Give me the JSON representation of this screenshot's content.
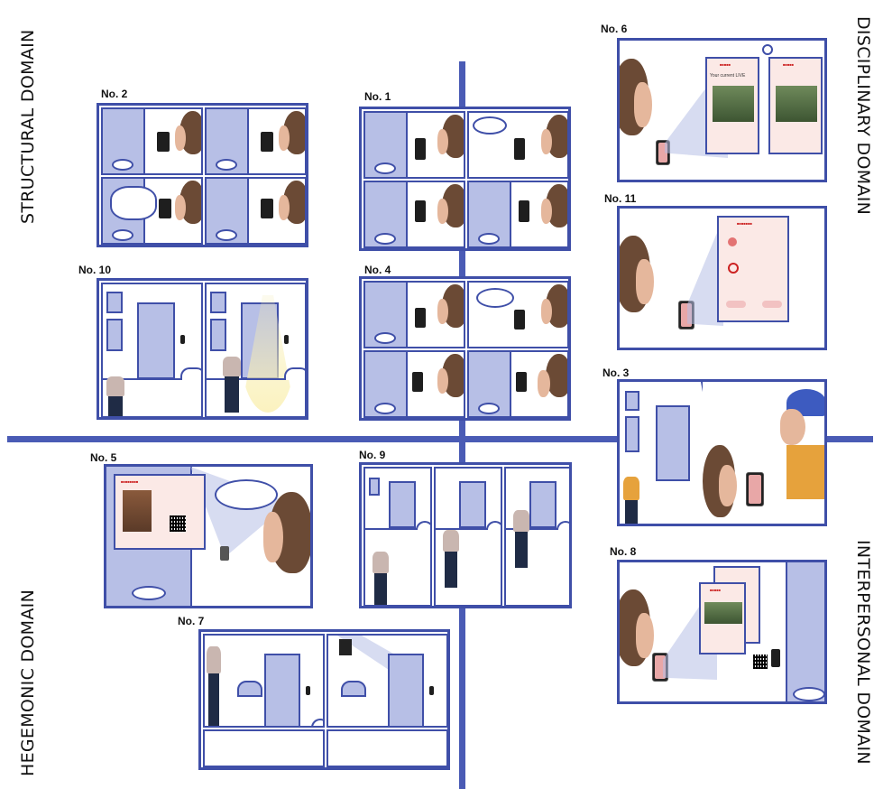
{
  "domains": {
    "structural": "STRUCTURAL DOMAIN",
    "disciplinary": "DISCIPLINARY DOMAIN",
    "hegemonic": "HEGEMONIC DOMAIN",
    "interpersonal": "INTERPERSONAL DOMAIN"
  },
  "panels": {
    "p1": "No. 1",
    "p2": "No. 2",
    "p3": "No. 3",
    "p4": "No. 4",
    "p5": "No. 5",
    "p6": "No. 6",
    "p7": "No. 7",
    "p8": "No. 8",
    "p9": "No. 9",
    "p10": "No. 10",
    "p11": "No. 11"
  },
  "panel6": {
    "screen_text": "Your current LIVE"
  },
  "colors": {
    "accent": "#3f4fa8",
    "wall": "#b7bfe6",
    "screen": "#fbe9e6",
    "alert": "#c22222"
  }
}
